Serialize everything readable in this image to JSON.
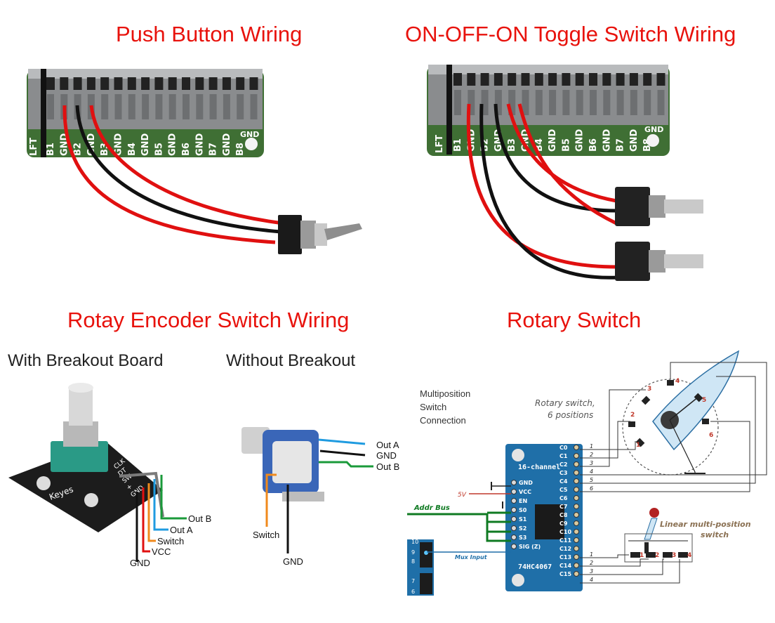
{
  "titles": {
    "push": "Push Button Wiring",
    "toggle": "ON-OFF-ON Toggle Switch Wiring",
    "encoder": "Rotay Encoder Switch Wiring",
    "rotary": "Rotary Switch"
  },
  "subtitles": {
    "with_breakout": "With Breakout Board",
    "without_breakout": "Without Breakout"
  },
  "terminal": {
    "lft": "LFT",
    "gnd_corner": "GND",
    "pins": [
      "B1",
      "GND",
      "B2",
      "GND",
      "B3",
      "GND",
      "B4",
      "GND",
      "B5",
      "GND",
      "B6",
      "GND",
      "B7",
      "GND",
      "B8"
    ]
  },
  "encoder_breakout": {
    "pins": [
      "CLK",
      "DT",
      "SW",
      "+",
      "GND"
    ],
    "brand": "Keyes",
    "labels": {
      "out_b": "Out B",
      "out_a": "Out A",
      "switch": "Switch",
      "vcc": "VCC",
      "gnd": "GND"
    }
  },
  "encoder_bare": {
    "labels": {
      "out_a": "Out A",
      "gnd": "GND",
      "out_b": "Out B",
      "switch": "Switch",
      "gnd2": "GND"
    }
  },
  "mux": {
    "caption_lines": [
      "Multiposition",
      "Switch",
      "Connection"
    ],
    "chip_name": "16-channel",
    "part": "74HC4067",
    "left_pins": [
      "GND",
      "VCC",
      "EN",
      "S0",
      "S1",
      "S2",
      "S3",
      "SIG (Z)"
    ],
    "right_pins": [
      "C0",
      "C1",
      "C2",
      "C3",
      "C4",
      "C5",
      "C6",
      "C7",
      "C8",
      "C9",
      "C10",
      "C11",
      "C12",
      "C13",
      "C14",
      "C15"
    ],
    "five_v": "5V",
    "addr_bus": "Addr Bus",
    "mux_input": "Mux Input",
    "header_nums": [
      "10",
      "9",
      "8",
      "7",
      "6"
    ],
    "rotary_label_lines": [
      "Rotary  switch,",
      "6 positions"
    ],
    "rotary_positions": [
      "1",
      "2",
      "3",
      "4",
      "5",
      "6"
    ],
    "rotary_wire_nums": [
      "1",
      "2",
      "3",
      "4",
      "5",
      "6"
    ],
    "linear_label_lines": [
      "Linear multi-position",
      "switch"
    ],
    "linear_positions": [
      "1",
      "2",
      "3",
      "4"
    ],
    "linear_wire_nums": [
      "1",
      "2",
      "3",
      "4"
    ]
  },
  "colors": {
    "title_red": "#e8120c",
    "wire_red": "#e01010",
    "wire_black": "#111111",
    "wire_blue": "#1f9be0",
    "wire_green": "#1a9a3a",
    "wire_orange": "#f08a1c",
    "board_green": "#4a7a3a",
    "mux_blue": "#1f6fa8",
    "addr_green": "#0f7a22"
  }
}
